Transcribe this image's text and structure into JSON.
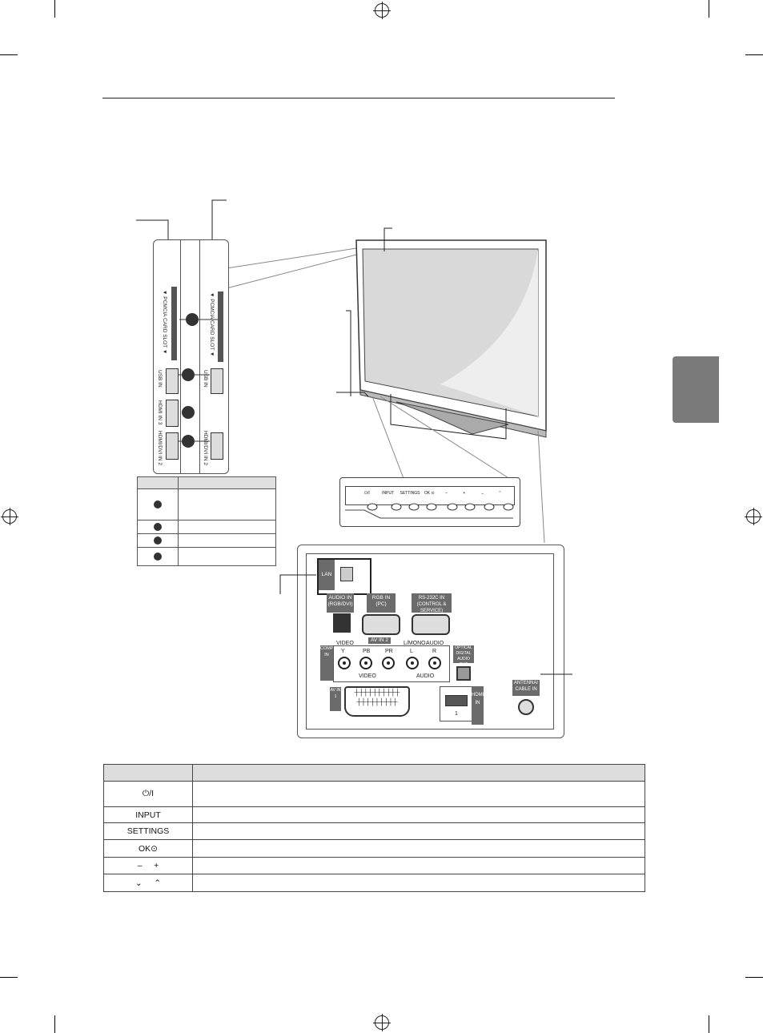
{
  "side_panel": {
    "pcmcia_label": "▼ PCMCIA CARD SLOT ▼",
    "usb_label": "USB IN",
    "hdmi3_label": "HDMI IN 3",
    "hdmi2_label": "HDMI/DVI IN 2"
  },
  "front_buttons": [
    "⏻/I",
    "INPUT",
    "SETTINGS",
    "OK ⊙",
    "–",
    "+",
    "⌄",
    "⌃"
  ],
  "rear_panel": {
    "lan": "LAN",
    "audio_in": "AUDIO IN\n(RGB/DVI)",
    "rgb_in": "RGB IN\n(PC)",
    "rgb_sub": "AV IN 2",
    "rs232": "RS-232C IN\n(CONTROL & SERVICE)",
    "video_top": "VIDEO",
    "lmono": "L/MONO",
    "audio_top": "AUDIO",
    "component": "COMPONENT IN",
    "y": "Y",
    "pb": "PB",
    "pr": "PR",
    "l": "L",
    "r": "R",
    "video_bottom": "VIDEO",
    "audio_bottom": "AUDIO",
    "optical": "OPTICAL\nDIGITAL\nAUDIO OUT",
    "av_in": "AV IN 1",
    "hdmi_in": "HDMI IN",
    "hdmi_num": "1",
    "antenna": "ANTENNA/\nCABLE IN"
  },
  "button_table": {
    "rows": [
      "⏻/I",
      "INPUT",
      "SETTINGS",
      "OK⊙",
      "–     +",
      "⌄     ⌃"
    ]
  }
}
